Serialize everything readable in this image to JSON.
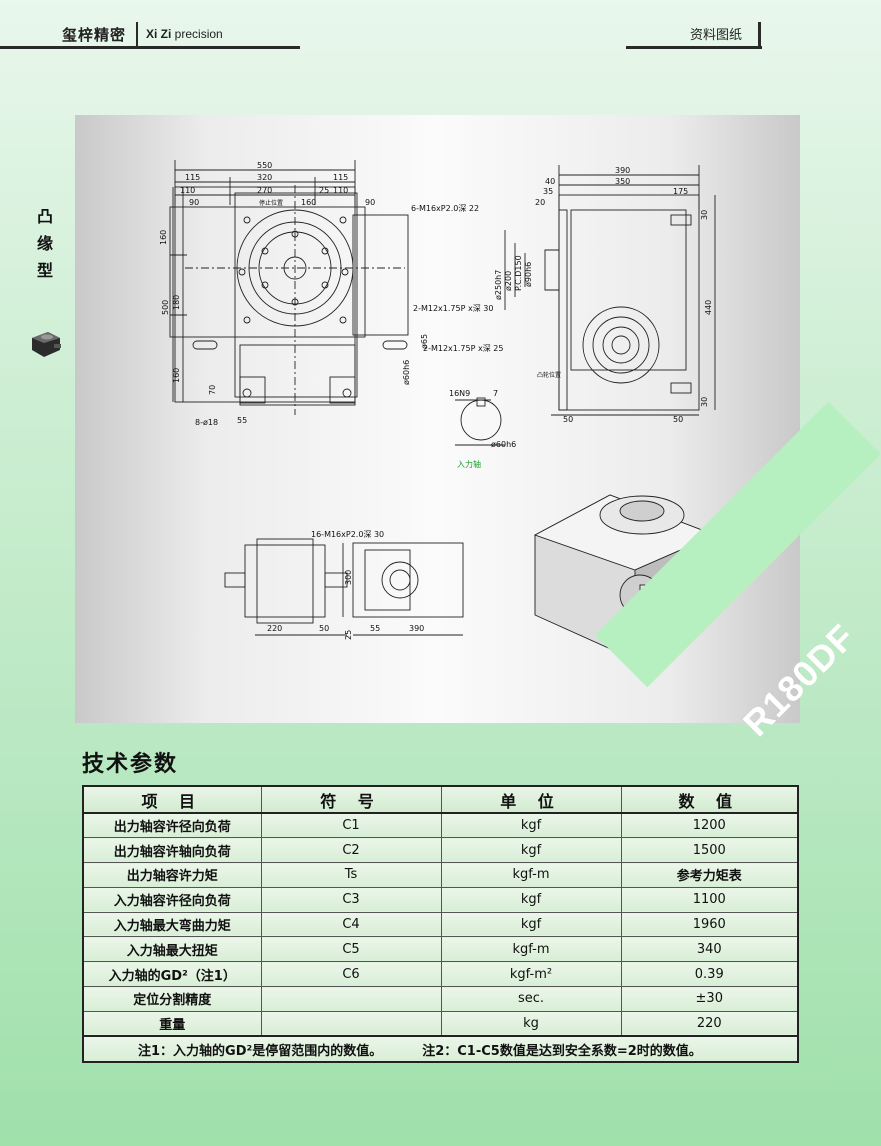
{
  "header": {
    "brand": "玺梓精密",
    "brand_en_bold": "Xi Zi",
    "brand_en_rest": " precision",
    "doc_type": "资料图纸"
  },
  "side": {
    "category_chars": [
      "凸",
      "缘",
      "型"
    ]
  },
  "drawing": {
    "model": "R180DF",
    "top_dims": [
      "550",
      "115",
      "320",
      "115",
      "110",
      "270",
      "25",
      "110",
      "90",
      "160",
      "90"
    ],
    "left_dims": [
      "160",
      "500",
      "180",
      "160",
      "70"
    ],
    "bottom_dims": [
      "8-ø18",
      "55"
    ],
    "callouts": [
      "6-M16xP2.0深 22",
      "2-M12x1.75P x深 30",
      "2-M12x1.75P x深 25",
      "ø65",
      "ø60h6",
      "16N9",
      "7",
      "ø60h6",
      "入力轴",
      "停止位置",
      "凸轮位置"
    ],
    "side_dims": [
      "390",
      "40",
      "350",
      "35",
      "175",
      "20",
      "30",
      "440",
      "30",
      "50",
      "50",
      "ø250h7",
      "ø200",
      "P.C.D150",
      "ø90h6"
    ],
    "lower_dims": [
      "16-M16xP2.0深 30",
      "220",
      "50",
      "300",
      "25",
      "55",
      "390"
    ]
  },
  "section_title": "技术参数",
  "table": {
    "headers": [
      "项 目",
      "符 号",
      "单 位",
      "数 值"
    ],
    "rows": [
      {
        "item": "出力轴容许径向负荷",
        "symbol": "C1",
        "unit": "kgf",
        "value": "1200"
      },
      {
        "item": "出力轴容许轴向负荷",
        "symbol": "C2",
        "unit": "kgf",
        "value": "1500"
      },
      {
        "item": "出力轴容许力矩",
        "symbol": "Ts",
        "unit": "kgf-m",
        "value": "参考力矩表"
      },
      {
        "item": "入力轴容许径向负荷",
        "symbol": "C3",
        "unit": "kgf",
        "value": "1100"
      },
      {
        "item": "入力轴最大弯曲力矩",
        "symbol": "C4",
        "unit": "kgf",
        "value": "1960"
      },
      {
        "item": "入力轴最大扭矩",
        "symbol": "C5",
        "unit": "kgf-m",
        "value": "340"
      },
      {
        "item": "入力轴的GD²（注1）",
        "symbol": "C6",
        "unit": "kgf-m²",
        "value": "0.39"
      },
      {
        "item": "定位分割精度",
        "symbol": "",
        "unit": "sec.",
        "value": "±30"
      },
      {
        "item": "重量",
        "symbol": "",
        "unit": "kg",
        "value": "220"
      }
    ],
    "note1": "注1：入力轴的GD²是停留范围内的数值。",
    "note2": "注2：C1-C5数值是达到安全系数=2时的数值。"
  }
}
